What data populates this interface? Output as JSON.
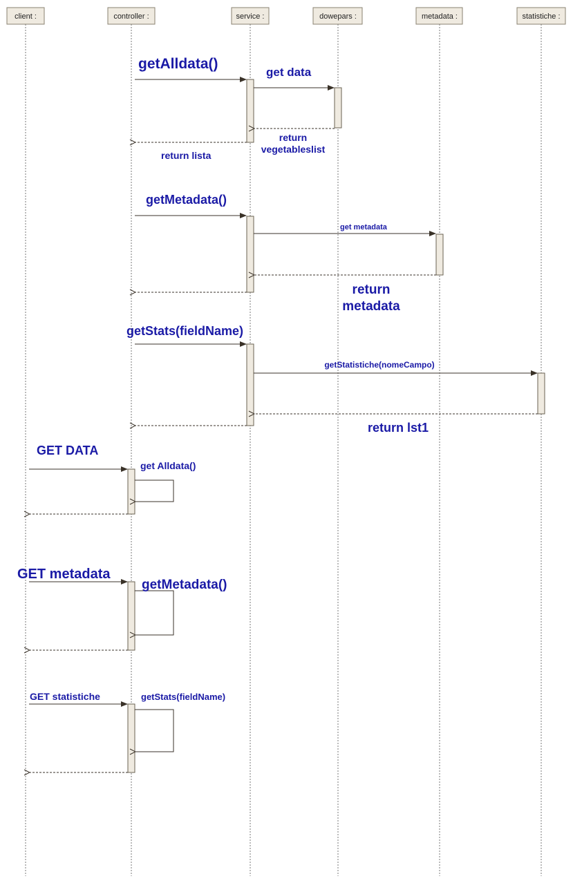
{
  "lifelines": [
    {
      "id": "client",
      "label": "client :"
    },
    {
      "id": "controller",
      "label": "controller :"
    },
    {
      "id": "service",
      "label": "service :"
    },
    {
      "id": "dowepars",
      "label": "dowepars :"
    },
    {
      "id": "metadata",
      "label": "metadata :"
    },
    {
      "id": "statistiche",
      "label": "statistiche :"
    }
  ],
  "messages": {
    "get_alldata_call": "getAlldata()",
    "get_data": "get data",
    "return_vegetableslist_1": "return",
    "return_vegetableslist_2": "vegetableslist",
    "return_lista": "return lista",
    "get_metadata_call": "getMetadata()",
    "get_metadata_small": "get metadata",
    "return_metadata_1": "return",
    "return_metadata_2": "metadata",
    "get_stats_call": "getStats(fieldName)",
    "get_statistiche_call": "getStatistiche(nomeCampo)",
    "return_lst1": "return lst1",
    "client_get_data": "GET DATA",
    "ctrl_get_alldata": "get Alldata()",
    "client_get_metadata": "GET metadata",
    "ctrl_get_metadata": "getMetadata()",
    "client_get_statistiche": "GET statistiche",
    "ctrl_get_stats": "getStats(fieldName)"
  },
  "colors": {
    "message_text": "#1a1aa6",
    "lifeline_fill": "#efeae0",
    "line": "#3a3228"
  }
}
